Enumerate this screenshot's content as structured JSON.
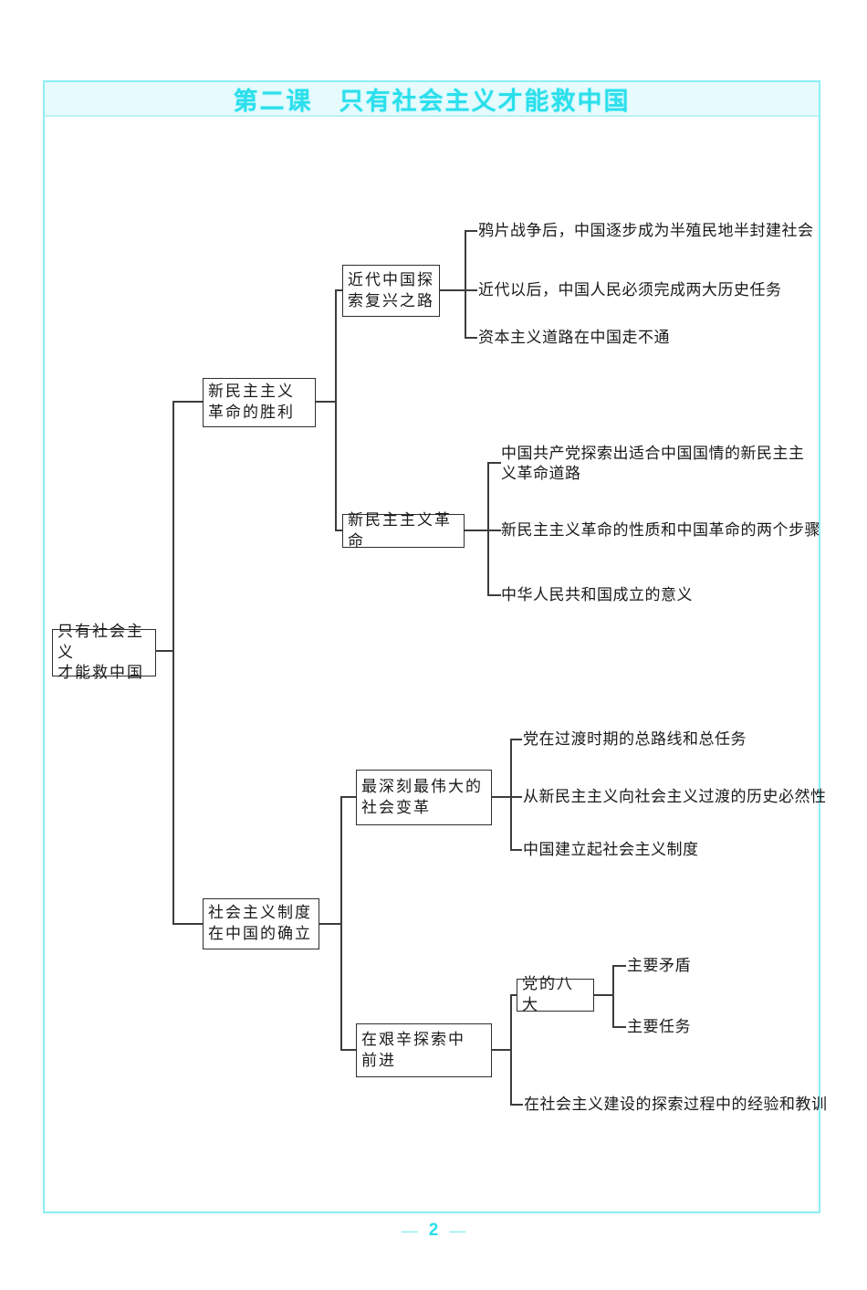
{
  "page": {
    "title": "第二课　只有社会主义才能救中国",
    "footer": {
      "left_dash": "—",
      "page_number": "2",
      "right_dash": "—"
    },
    "accent_color": "#2BDFEC",
    "band_bg": "#E7FBFD",
    "frame_border_color": "#8DEEF4",
    "line_color": "#3C3C3C"
  },
  "tree": {
    "root": {
      "label": "只有社会主义\n才能救中国"
    },
    "branches": [
      {
        "label": "新民主主义\n革命的胜利",
        "children": [
          {
            "label": "近代中国探\n索复兴之路",
            "leaves": [
              "鸦片战争后，中国逐步成为半殖民地半封建社会",
              "近代以后，中国人民必须完成两大历史任务",
              "资本主义道路在中国走不通"
            ]
          },
          {
            "label": "新民主主义革命",
            "leaves": [
              "中国共产党探索出适合中国国情的新民主主\n义革命道路",
              "新民主主义革命的性质和中国革命的两个步骤",
              "中华人民共和国成立的意义"
            ]
          }
        ]
      },
      {
        "label": "社会主义制度\n在中国的确立",
        "children": [
          {
            "label": "最深刻最伟大的\n社会变革",
            "leaves": [
              "党在过渡时期的总路线和总任务",
              "从新民主主义向社会主义过渡的历史必然性",
              "中国建立起社会主义制度"
            ]
          },
          {
            "label": "在艰辛探索中\n前进",
            "children": [
              {
                "label": "党的八大",
                "leaves": [
                  "主要矛盾",
                  "主要任务"
                ]
              }
            ],
            "leaves": [
              "在社会主义建设的探索过程中的经验和教训"
            ]
          }
        ]
      }
    ]
  }
}
